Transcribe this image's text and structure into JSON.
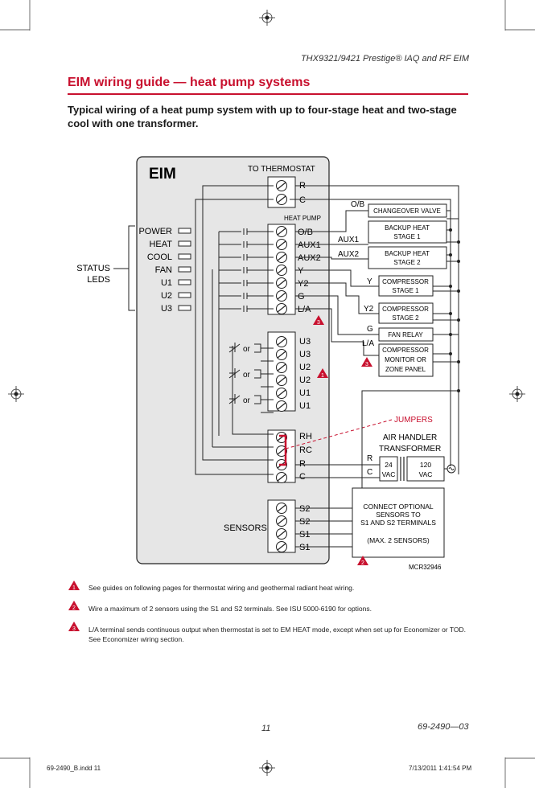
{
  "header": {
    "subtitle": "THX9321/9421 Prestige® IAQ and RF EIM"
  },
  "title": "EIM wiring guide — heat pump systems",
  "intro": "Typical wiring of a heat pump system with up to four-stage heat and two-stage cool with one transformer.",
  "diagram": {
    "eim_label": "EIM",
    "to_thermostat": "TO THERMOSTAT",
    "thermostat_terminals": [
      "R",
      "C"
    ],
    "heat_pump_label": "HEAT PUMP",
    "heat_pump_terminals": [
      "O/B",
      "AUX1",
      "AUX2",
      "Y",
      "Y2",
      "G",
      "L/A"
    ],
    "status_leds_label": [
      "STATUS",
      "LEDS"
    ],
    "leds": [
      "POWER",
      "HEAT",
      "COOL",
      "FAN",
      "U1",
      "U2",
      "U3"
    ],
    "u_terminals": [
      "U3",
      "U3",
      "U2",
      "U2",
      "U1",
      "U1"
    ],
    "or_label": "or",
    "power_terminals": [
      "RH",
      "RC",
      "R",
      "C"
    ],
    "sensors_label": "SENSORS",
    "sensor_terminals": [
      "S2",
      "S2",
      "S1",
      "S1"
    ],
    "equipment": {
      "changeover_valve": "CHANGEOVER VALVE",
      "backup_heat_1": [
        "BACKUP HEAT",
        "STAGE 1"
      ],
      "backup_heat_2": [
        "BACKUP HEAT",
        "STAGE 2"
      ],
      "compressor_1": [
        "COMPRESSOR",
        "STAGE 1"
      ],
      "compressor_2": [
        "COMPRESSOR",
        "STAGE 2"
      ],
      "fan_relay": "FAN RELAY",
      "compressor_monitor": [
        "COMPRESSOR",
        "MONITOR OR",
        "ZONE PANEL"
      ]
    },
    "wire_labels": {
      "ob": "O/B",
      "aux1": "AUX1",
      "aux2": "AUX2",
      "y": "Y",
      "y2": "Y2",
      "g": "G",
      "la": "L/A",
      "r": "R",
      "c": "C"
    },
    "jumpers_label": "JUMPERS",
    "air_handler": [
      "AIR HANDLER",
      "TRANSFORMER"
    ],
    "transformer_24": [
      "24",
      "VAC"
    ],
    "transformer_120": [
      "120",
      "VAC"
    ],
    "sensor_box": [
      "CONNECT OPTIONAL",
      "SENSORS TO",
      "S1 AND S2 TERMINALS",
      "(MAX. 2 SENSORS)"
    ],
    "figure_code": "MCR32946",
    "note_markers": [
      "1",
      "2",
      "3"
    ]
  },
  "footnotes": [
    {
      "num": "1",
      "text": "See guides on following pages for thermostat wiring and geothermal radiant heat wiring."
    },
    {
      "num": "2",
      "text": "Wire a maximum of 2 sensors using the S1 and S2 terminals. See ISU 5000-6190 for options."
    },
    {
      "num": "3",
      "text": "L/A terminal sends continuous output when thermostat is set to EM HEAT mode, except when set up for Economizer or TOD. See Economizer wiring section."
    }
  ],
  "footer": {
    "page": "11",
    "doc": "69-2490—03",
    "slug_left": "69-2490_B.indd   11",
    "slug_right": "7/13/2011   1:41:54 PM"
  },
  "colors": {
    "accent": "#c8102e",
    "eim_fill": "#e6e6e6",
    "text": "#1a1a1a"
  }
}
